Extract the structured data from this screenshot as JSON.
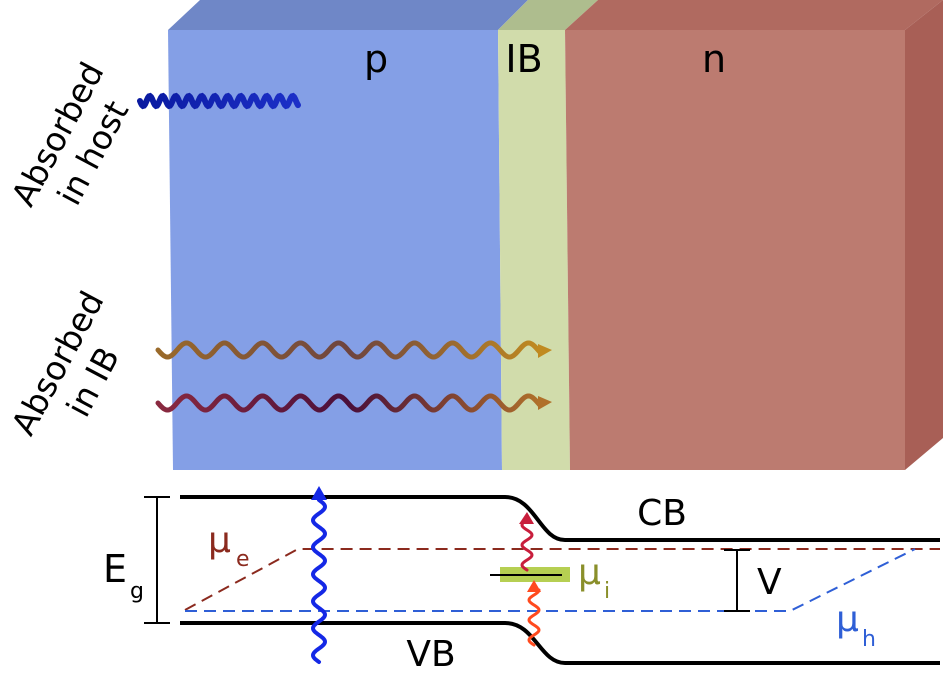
{
  "regions": [
    {
      "label": "p",
      "color": "#849fe6"
    },
    {
      "label": "IB",
      "color": "#d1dcab"
    },
    {
      "label": "n",
      "color": "#bc7b70"
    }
  ],
  "absorption_labels": {
    "host": {
      "line1": "Absorbed",
      "line2": "in host"
    },
    "ib": {
      "line1": "Absorbed",
      "line2": "in IB"
    }
  },
  "band_diagram": {
    "cb_label": "CB",
    "vb_label": "VB",
    "gap_symbol": "E",
    "gap_subscript": "g",
    "mu_e_symbol": "μ",
    "mu_e_subscript": "e",
    "mu_h_symbol": "μ",
    "mu_h_subscript": "h",
    "mu_i_symbol": "μ",
    "mu_i_subscript": "i",
    "voltage_label": "V"
  },
  "colors": {
    "mu_e": "#8b2a1e",
    "mu_h": "#2f5fd6",
    "mu_i": "#8a8f2a",
    "ib_level": "#b6cf52",
    "photon_high": "#1428e6",
    "photon_upper": "#c81e3c",
    "photon_lower": "#ff4a1e"
  }
}
